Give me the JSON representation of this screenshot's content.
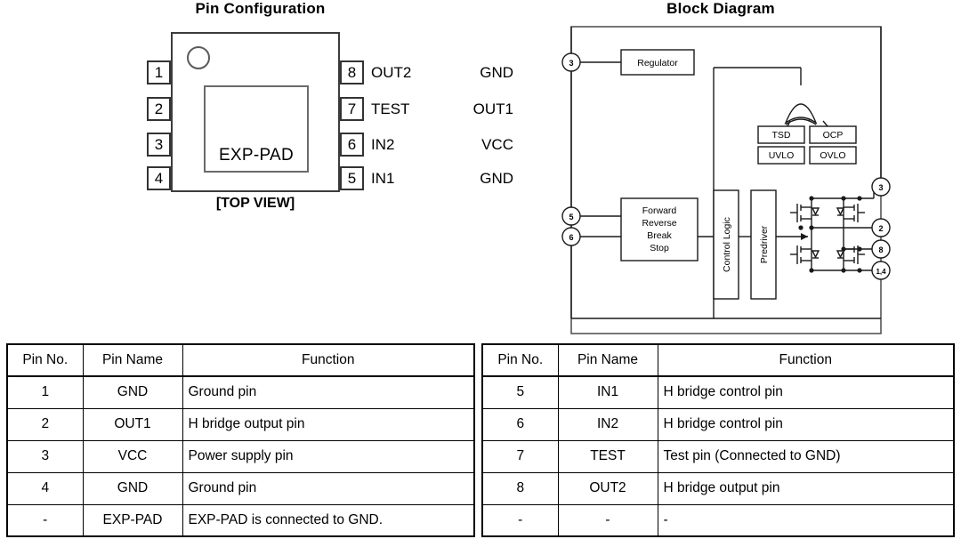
{
  "pin_configuration": {
    "title": "Pin Configuration",
    "view_label": "[TOP VIEW]",
    "exp_pad_label": "EXP-PAD",
    "left_pins": [
      {
        "number": "1",
        "name": "GND"
      },
      {
        "number": "2",
        "name": "OUT1"
      },
      {
        "number": "3",
        "name": "VCC"
      },
      {
        "number": "4",
        "name": "GND"
      }
    ],
    "right_pins": [
      {
        "number": "8",
        "name": "OUT2"
      },
      {
        "number": "7",
        "name": "TEST"
      },
      {
        "number": "6",
        "name": "IN2"
      },
      {
        "number": "5",
        "name": "IN1"
      }
    ]
  },
  "block_diagram": {
    "title": "Block Diagram",
    "blocks": {
      "regulator": "Regulator",
      "mode": [
        "Forward",
        "Reverse",
        "Break",
        "Stop"
      ],
      "control_logic": "Control Logic",
      "predriver": "Predriver",
      "protections": [
        "TSD",
        "OCP",
        "UVLO",
        "OVLO"
      ]
    },
    "pin_nodes": {
      "supply": "3",
      "input_1": "5",
      "input_2": "6",
      "out_top": "3",
      "out1": "2",
      "out2": "8",
      "ground": "1,4"
    }
  },
  "tables": {
    "headers": [
      "Pin No.",
      "Pin Name",
      "Function"
    ],
    "left_rows": [
      [
        "1",
        "GND",
        "Ground pin"
      ],
      [
        "2",
        "OUT1",
        "H bridge output pin"
      ],
      [
        "3",
        "VCC",
        "Power supply pin"
      ],
      [
        "4",
        "GND",
        "Ground pin"
      ],
      [
        "-",
        "EXP-PAD",
        "EXP-PAD is connected to GND."
      ]
    ],
    "right_rows": [
      [
        "5",
        "IN1",
        "H bridge control pin"
      ],
      [
        "6",
        "IN2",
        "H bridge control pin"
      ],
      [
        "7",
        "TEST",
        "Test pin (Connected to GND)"
      ],
      [
        "8",
        "OUT2",
        "H bridge output pin"
      ],
      [
        "-",
        "-",
        "-"
      ]
    ]
  },
  "colors": {
    "line": "#000000",
    "package_outline": "#3c3c3c",
    "background": "#ffffff"
  }
}
